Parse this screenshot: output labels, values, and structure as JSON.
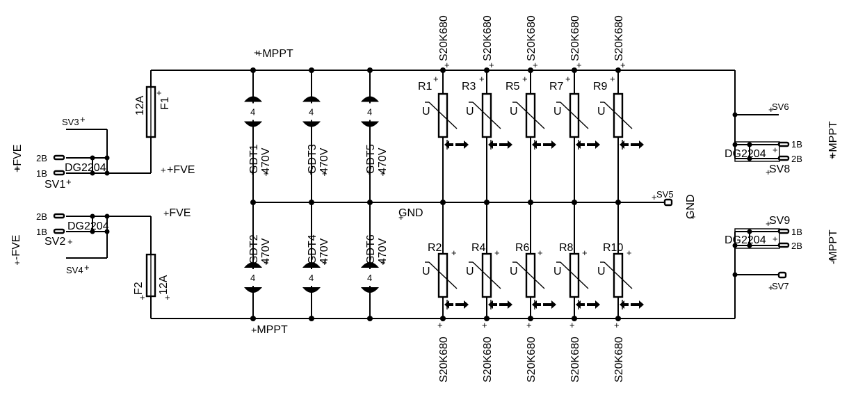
{
  "fuses": [
    {
      "ref": "F1",
      "value": "12A"
    },
    {
      "ref": "F2",
      "value": "12A"
    }
  ],
  "gdts": [
    {
      "ref": "GDT1",
      "value": "470V"
    },
    {
      "ref": "GDT3",
      "value": "470V"
    },
    {
      "ref": "GDT5",
      "value": "470V"
    },
    {
      "ref": "GDT2",
      "value": "470V"
    },
    {
      "ref": "GDT4",
      "value": "470V"
    },
    {
      "ref": "GDT6",
      "value": "470V"
    }
  ],
  "varistors_top": [
    {
      "ref": "R1",
      "value": "S20K680"
    },
    {
      "ref": "R3",
      "value": "S20K680"
    },
    {
      "ref": "R5",
      "value": "S20K680"
    },
    {
      "ref": "R7",
      "value": "S20K680"
    },
    {
      "ref": "R9",
      "value": "S20K680"
    }
  ],
  "varistors_bottom": [
    {
      "ref": "R2",
      "value": "S20K680"
    },
    {
      "ref": "R4",
      "value": "S20K680"
    },
    {
      "ref": "R6",
      "value": "S20K680"
    },
    {
      "ref": "R8",
      "value": "S20K680"
    },
    {
      "ref": "R10",
      "value": "S20K680"
    }
  ],
  "nets": {
    "mppt_pos": "+MPPT",
    "mppt_neg": "-MPPT",
    "fve_pos": "+FVE",
    "fve_neg": "-FVE",
    "gnd": "GND"
  },
  "connectors": {
    "sv1": "SV1",
    "sv2": "SV2",
    "sv3": "SV3",
    "sv4": "SV4",
    "sv5": "SV5",
    "sv6": "SV6",
    "sv7": "SV7",
    "sv8": "SV8",
    "sv9": "SV9",
    "terminal_type": "DG2204",
    "pin_1b": "1B",
    "pin_2b": "2B"
  },
  "glyphs": {
    "cross": "+",
    "u": "U",
    "four": "4"
  }
}
